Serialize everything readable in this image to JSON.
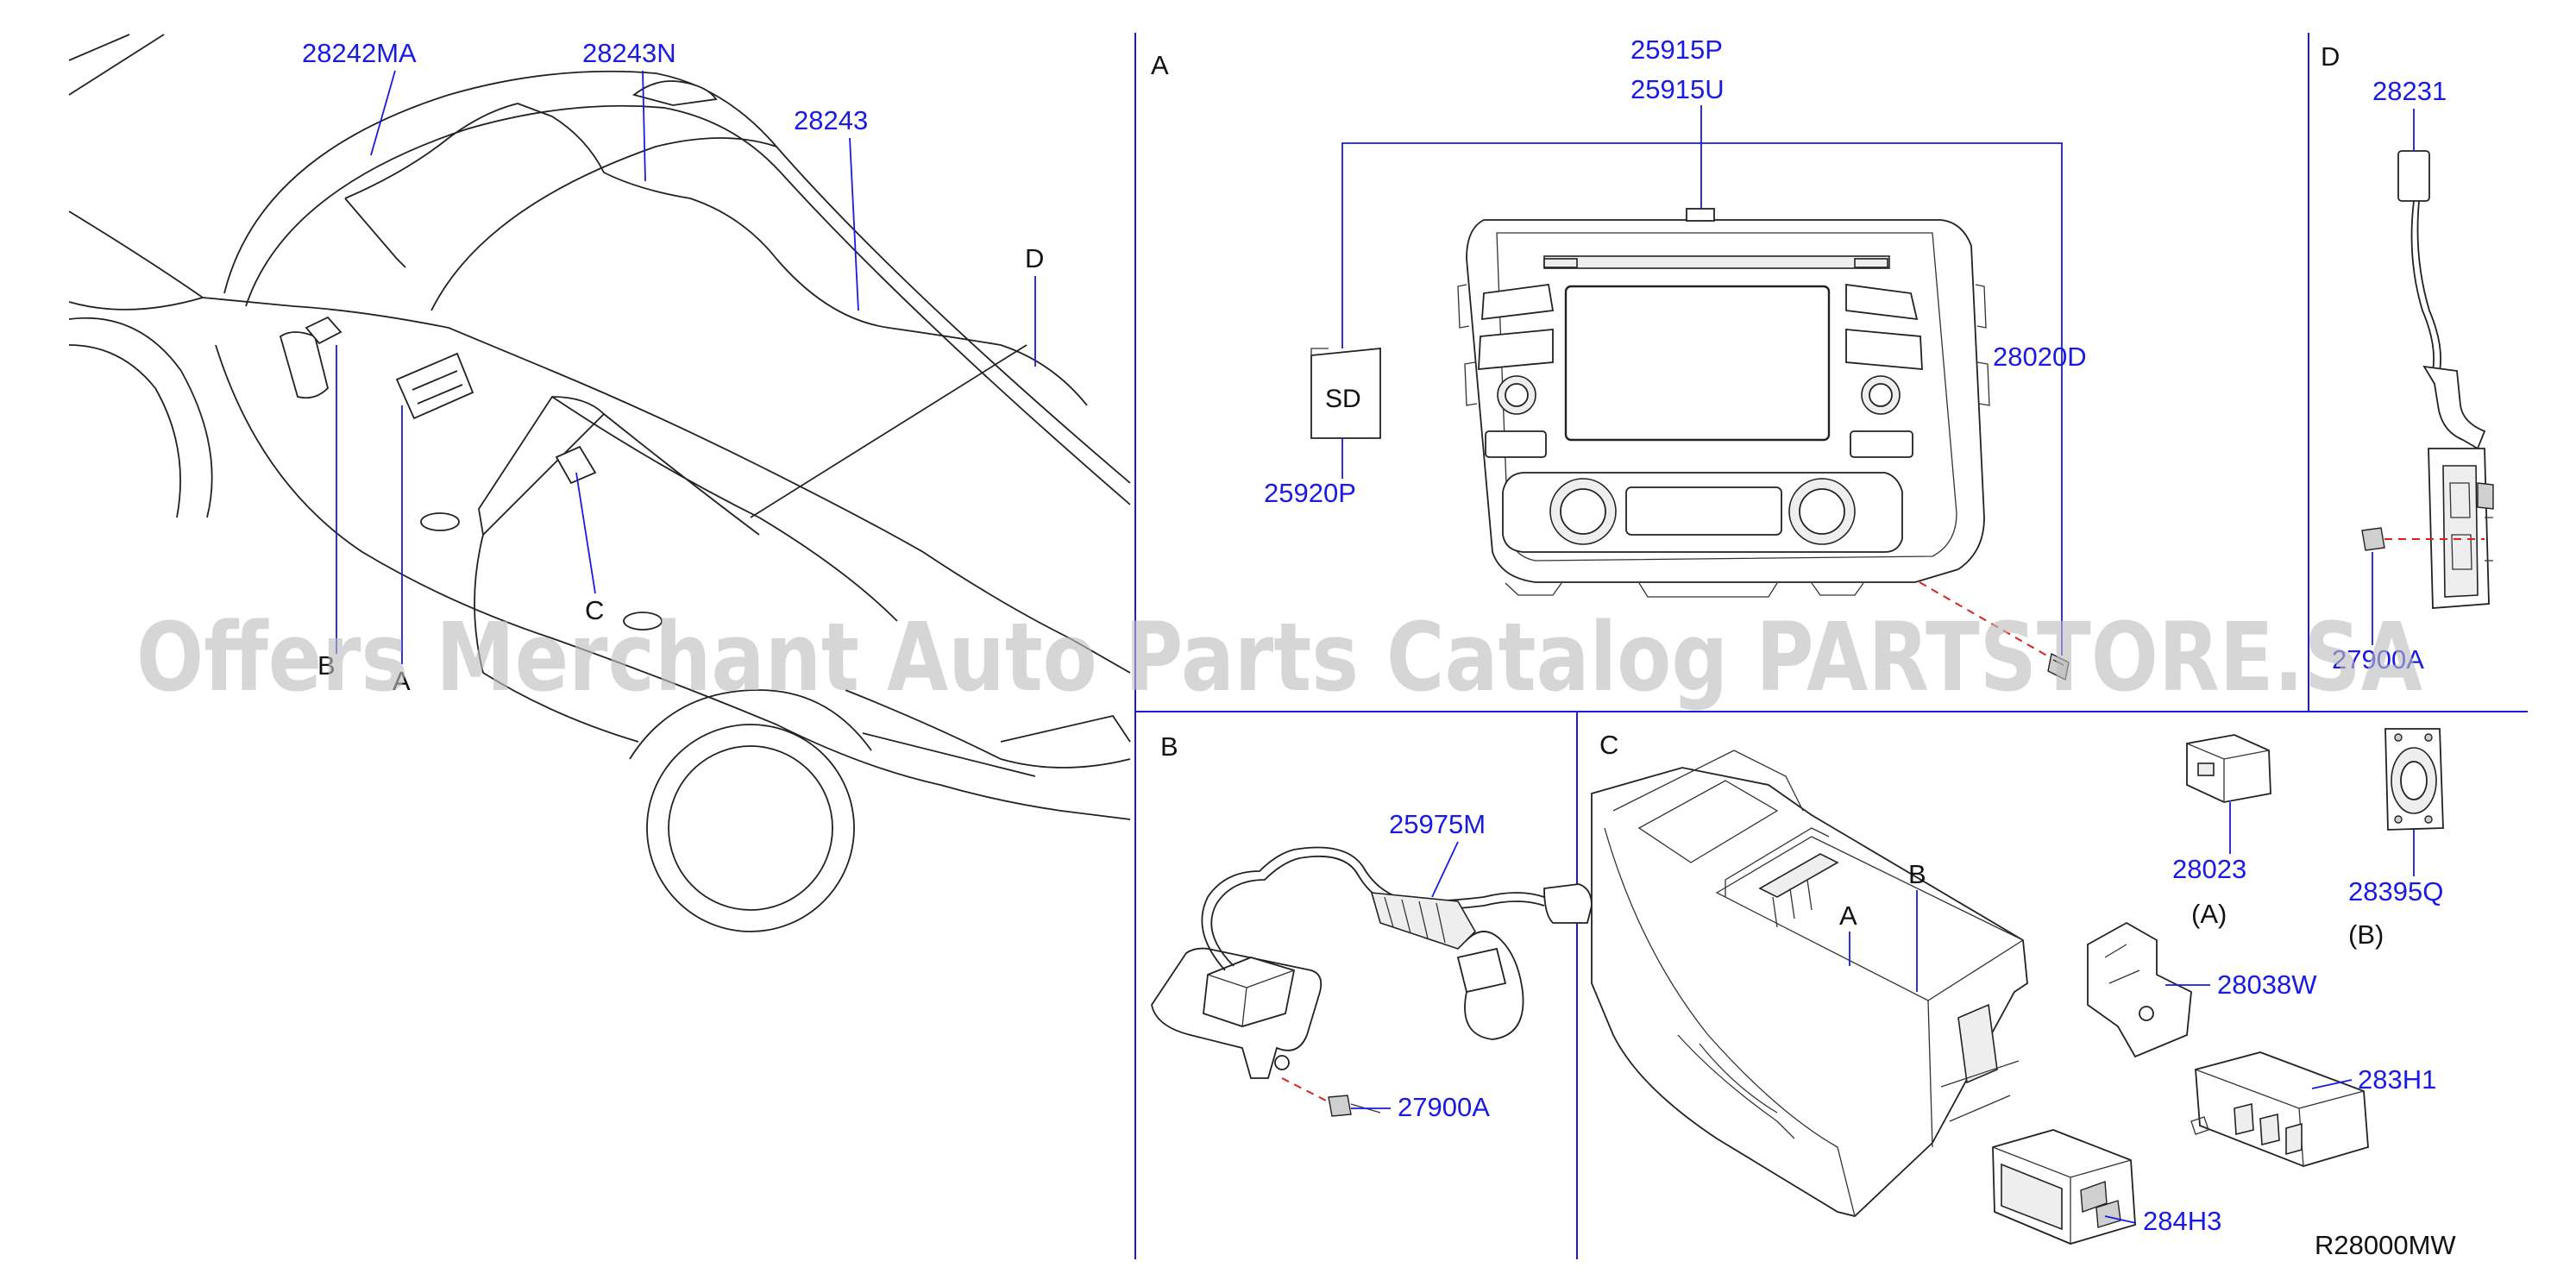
{
  "panels": {
    "A": "A",
    "B": "B",
    "C": "C",
    "D": "D"
  },
  "overview": {
    "parts": [
      "28242MA",
      "28243N",
      "28243"
    ],
    "callouts": {
      "a": "A",
      "b": "B",
      "c": "C",
      "d": "D"
    }
  },
  "panel_a": {
    "parts": [
      "25915P",
      "25915U",
      "28020D",
      "25920P"
    ],
    "sd_card": "SD"
  },
  "panel_b": {
    "parts": [
      "25975M",
      "27900A"
    ]
  },
  "panel_c": {
    "parts": [
      "28023",
      "28395Q",
      "28038W",
      "283H1",
      "284H3"
    ],
    "variants": [
      "(A)",
      "(B)"
    ],
    "console_refs": [
      "A",
      "B"
    ]
  },
  "panel_d": {
    "parts": [
      "28231",
      "27900A"
    ]
  },
  "drawing_code": "R28000MW",
  "watermark": "Offers Merchant Auto Parts Catalog PARTSTORE.SA"
}
